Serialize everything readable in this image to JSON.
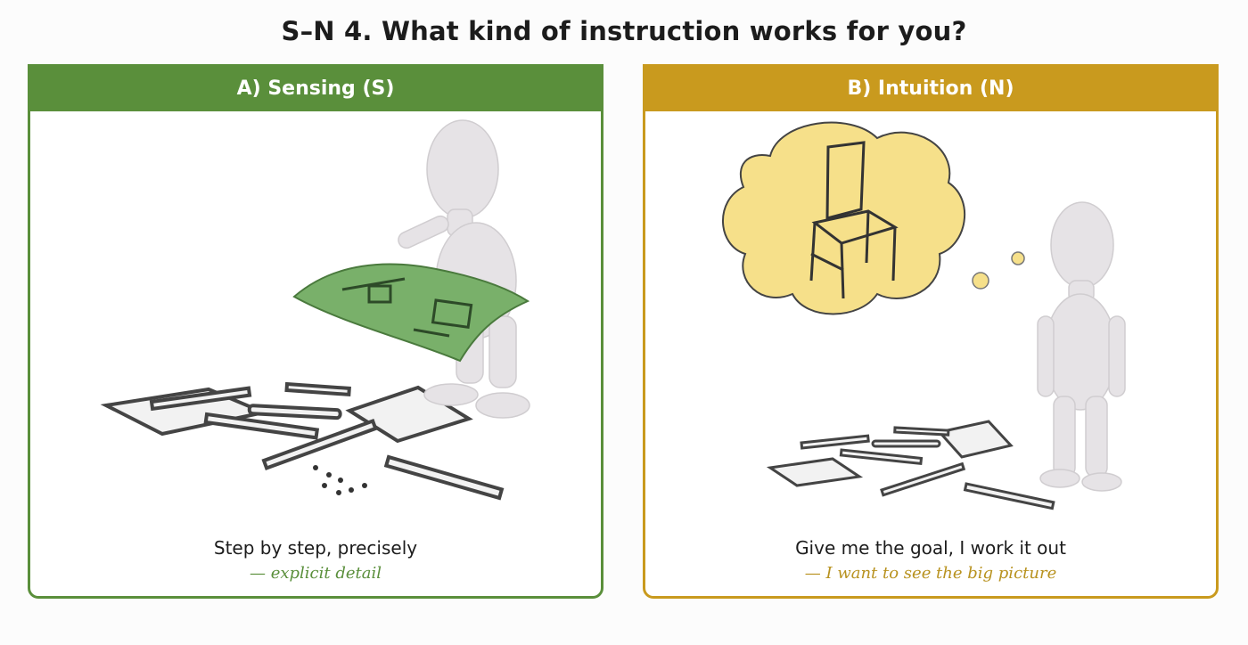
{
  "title": "S–N 4. What kind of instruction works for you?",
  "options": [
    {
      "header": "A) Sensing (S)",
      "caption": "Step by step, precisely",
      "subcaption": "— explicit detail",
      "accent": "#5a8f3b",
      "illustration": "figure-reading-blueprint-with-parts"
    },
    {
      "header": "B) Intuition (N)",
      "caption": "Give me the goal, I work it out",
      "subcaption": "— I want to see the big picture",
      "accent": "#c99a1e",
      "illustration": "figure-imagining-chair-with-parts"
    }
  ]
}
